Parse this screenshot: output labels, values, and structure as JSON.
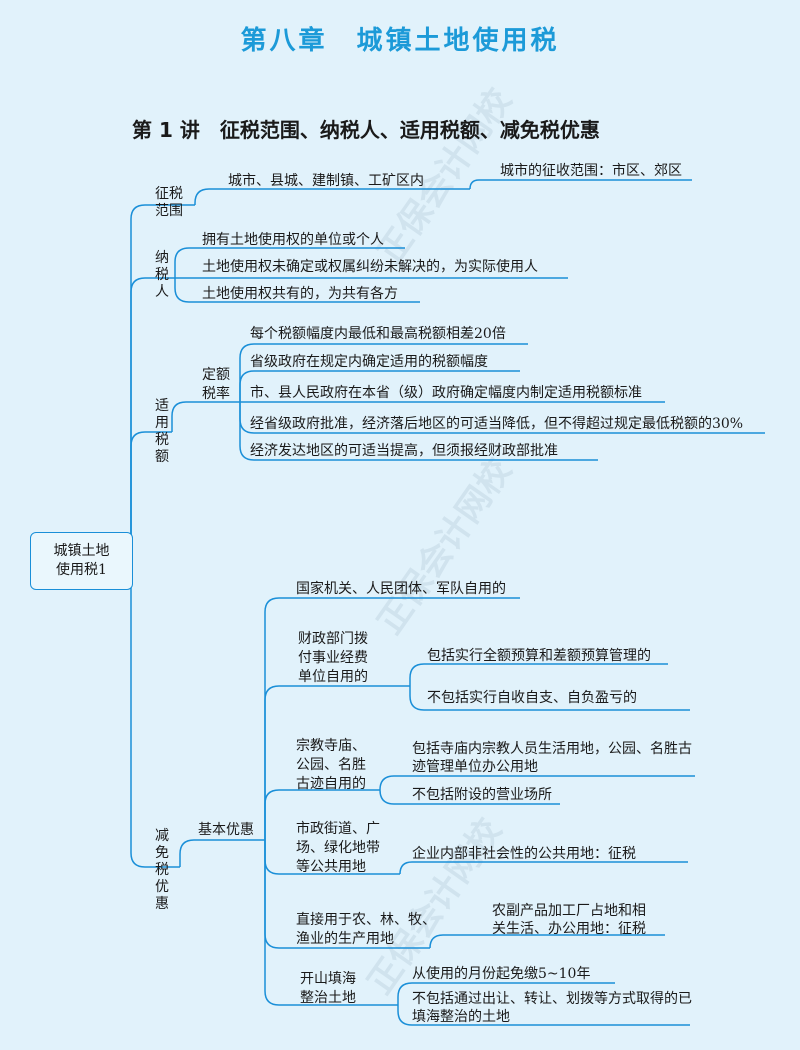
{
  "header": {
    "title": "第八章　城镇土地使用税",
    "subtitle": "第 1 讲　征税范围、纳税人、适用税额、减免税优惠"
  },
  "root": {
    "label": "城镇土地使用税1"
  },
  "scope": {
    "label": "征税范围",
    "item": "城市、县城、建制镇、工矿区内",
    "note": "城市的征收范围：市区、郊区"
  },
  "taxpayer": {
    "label": "纳税人",
    "items": [
      "拥有土地使用权的单位或个人",
      "土地使用权未确定或权属纠纷未解决的，为实际使用人",
      "土地使用权共有的，为共有各方"
    ]
  },
  "rate": {
    "label": "适用税额",
    "sub": "定额税率",
    "items": [
      "每个税额幅度内最低和最高税额相差20倍",
      "省级政府在规定内确定适用的税额幅度",
      "市、县人民政府在本省（级）政府确定幅度内制定适用税额标准",
      "经省级政府批准，经济落后地区的可适当降低，但不得超过规定最低税额的30%",
      "经济发达地区的可适当提高，但须报经财政部批准"
    ]
  },
  "relief": {
    "label": "减免税优惠",
    "sub": "基本优惠",
    "items": [
      {
        "label": "国家机关、人民团体、军队自用的"
      },
      {
        "label": "财政部门拨付事业经费单位自用的",
        "children": [
          "包括实行全额预算和差额预算管理的",
          "不包括实行自收自支、自负盈亏的"
        ]
      },
      {
        "label": "宗教寺庙、公园、名胜古迹自用的",
        "children": [
          "包括寺庙内宗教人员生活用地，公园、名胜古迹管理单位办公用地",
          "不包括附设的营业场所"
        ]
      },
      {
        "label": "市政街道、广场、绿化地带等公共用地",
        "children": [
          "企业内部非社会性的公共用地：征税"
        ]
      },
      {
        "label": "直接用于农、林、牧、渔业的生产用地",
        "children": [
          "农副产品加工厂占地和相关生活、办公用地：征税"
        ]
      },
      {
        "label": "开山填海整治土地",
        "children": [
          "从使用的月份起免缴5~10年",
          "不包括通过出让、转让、划拨等方式取得的已填海整治的土地"
        ]
      }
    ]
  },
  "colors": {
    "line": "#1a8fd8",
    "title": "#1c9ad8",
    "background": "#e1f2fb"
  }
}
